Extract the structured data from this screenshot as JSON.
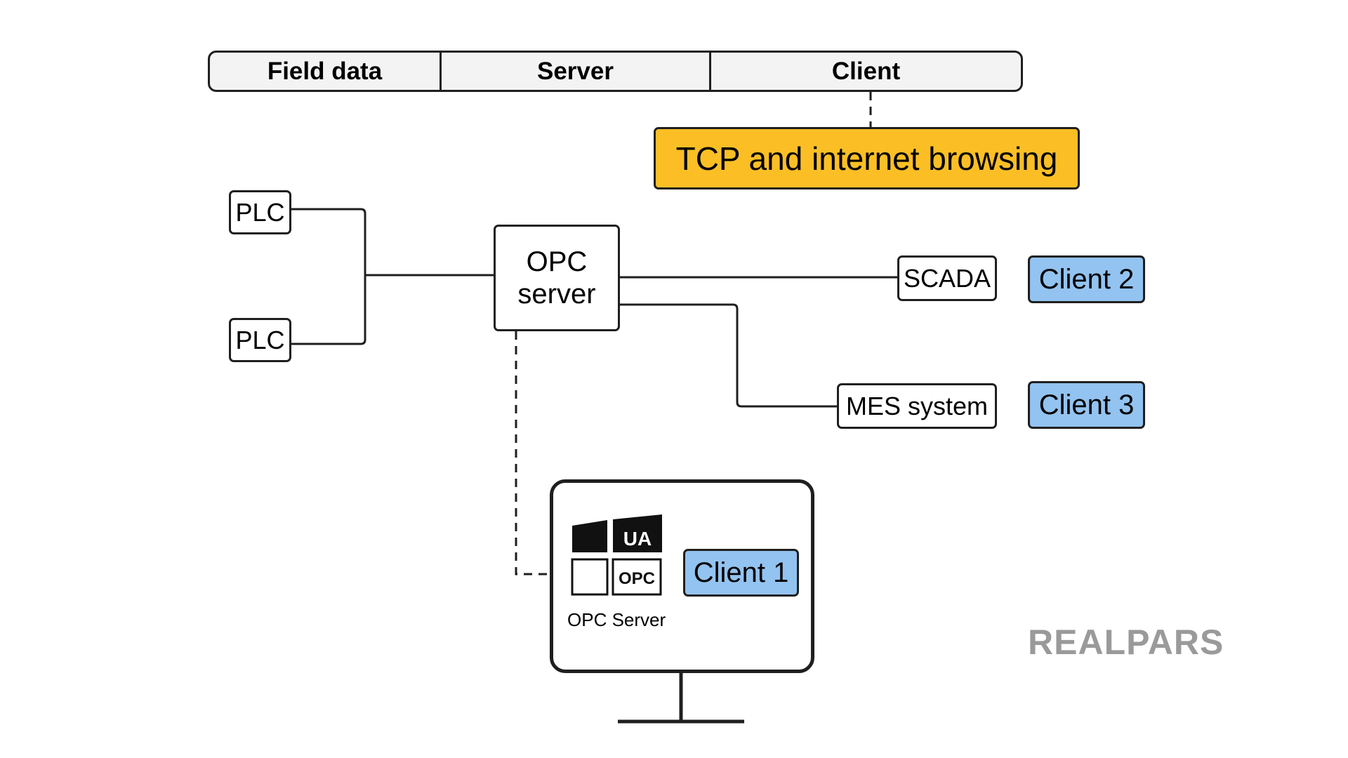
{
  "header": {
    "segments": [
      "Field data",
      "Server",
      "Client"
    ]
  },
  "tcp_box": {
    "label": "TCP and internet browsing",
    "color": "#fbbf25"
  },
  "field_devices": [
    "PLC",
    "PLC"
  ],
  "opc_server_node": {
    "line1": "OPC",
    "line2": "server"
  },
  "applications": {
    "scada": "SCADA",
    "mes": "MES system"
  },
  "clients": {
    "client_1": "Client 1",
    "client_2": "Client 2",
    "client_3": "Client 3",
    "color": "#93c3f0"
  },
  "monitor": {
    "logo_text_top": "UA",
    "logo_text_bottom": "OPC",
    "caption": "OPC Server"
  },
  "watermark": "REALPARS"
}
